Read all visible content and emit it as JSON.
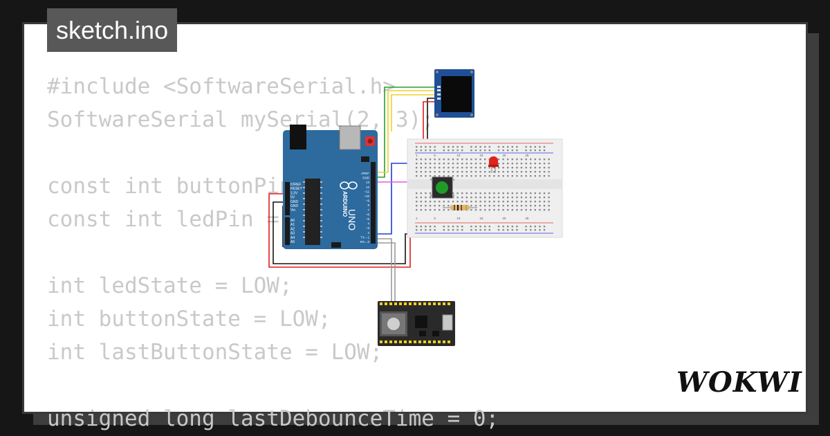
{
  "file_name": "sketch.ino",
  "brand": "WOKWI",
  "code_lines": [
    "#include <SoftwareSerial.h>",
    "SoftwareSerial mySerial(2, 3);",
    "",
    "const int buttonPin = 4;",
    "const int ledPin = 5;",
    "",
    "int ledState = LOW;",
    "int buttonState = LOW;",
    "int lastButtonState = LOW;",
    "",
    "unsigned long lastDebounceTime = 0;"
  ],
  "components": {
    "arduino": {
      "name": "Arduino Uno",
      "logo": "ARDUINO",
      "model": "UNO",
      "power_labels": [
        "IOREF",
        "RESET",
        "3.3V",
        "5V",
        "GND",
        "GND",
        "Vin"
      ],
      "analog_labels": [
        "A0",
        "A1",
        "A2",
        "A3",
        "A4",
        "A5"
      ],
      "digital_labels": [
        "AREF",
        "GND",
        "13",
        "12",
        "~11",
        "~10",
        "~9",
        "8",
        "7",
        "~6",
        "~5",
        "4",
        "~3",
        "2",
        "TX→1",
        "RX←0"
      ]
    },
    "oled": {
      "name": "SSD1306 OLED display"
    },
    "breadboard": {
      "name": "Half breadboard",
      "column_labels": [
        "1",
        "5",
        "10",
        "15",
        "20",
        "25"
      ]
    },
    "led": {
      "name": "Red LED",
      "color": "#e0231c"
    },
    "button": {
      "name": "Pushbutton",
      "color": "#1f9b2a"
    },
    "resistor": {
      "name": "Resistor"
    },
    "esp32": {
      "name": "ESP32-C3 DevKit"
    }
  },
  "colors": {
    "background": "#161616",
    "card": "#ffffff",
    "title_bg": "#585858",
    "code_text": "#c9c9c9",
    "arduino_blue": "#2d6a9e",
    "wire_green": "#23a12b",
    "wire_yellow": "#f2cf2a",
    "wire_blue": "#1a3ed6",
    "wire_magenta": "#e05ce0",
    "wire_red": "#e01b1b",
    "wire_black": "#111111",
    "wire_gray": "#9a9a9a"
  }
}
